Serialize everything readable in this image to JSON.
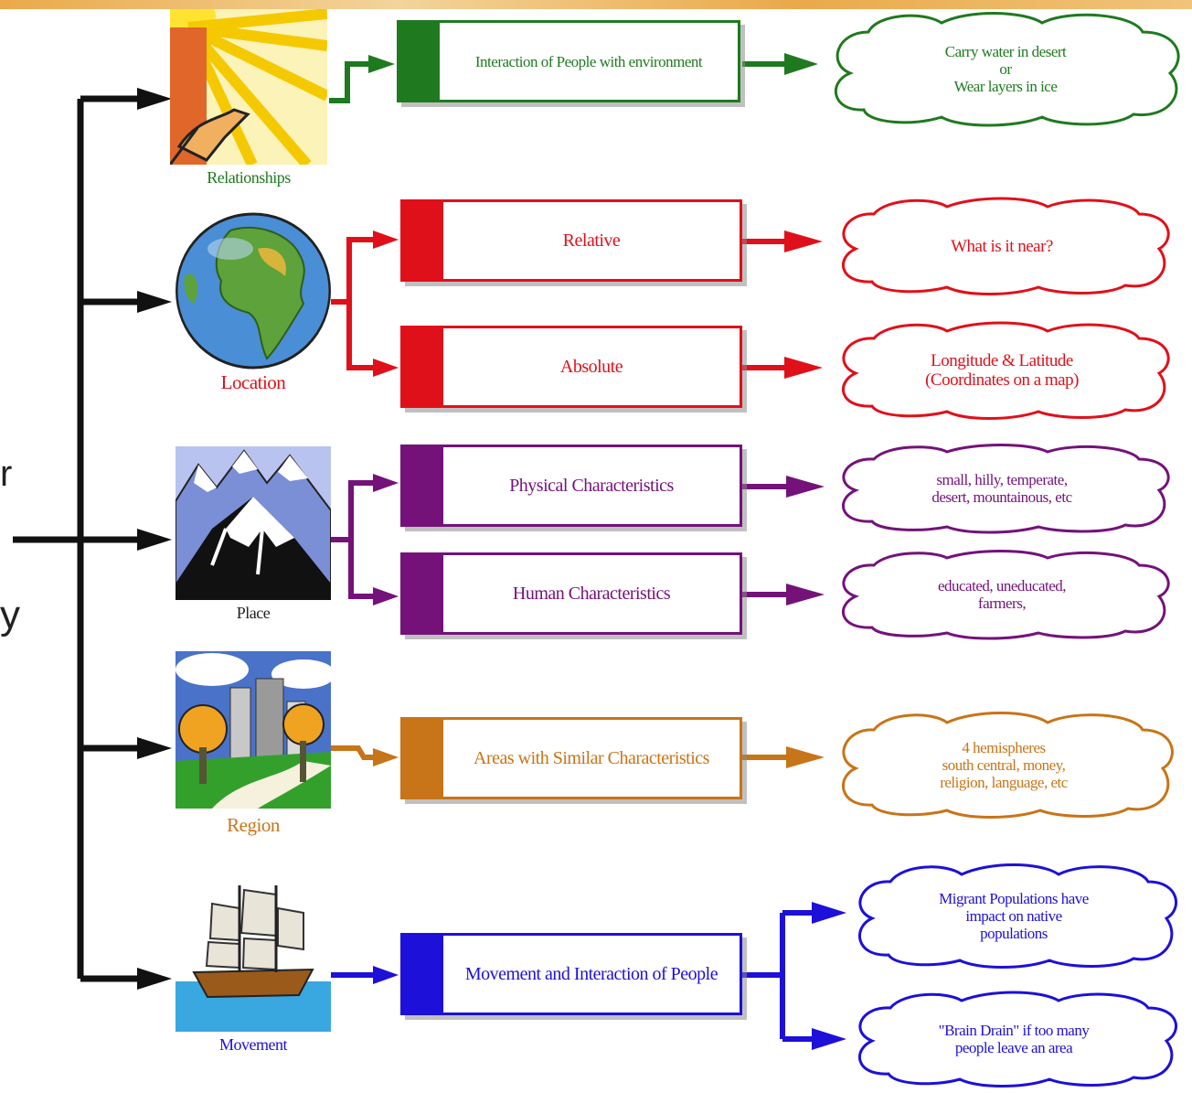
{
  "colors": {
    "relationships": "#1f7a1f",
    "location": "#e0101a",
    "place": "#74127a",
    "region": "#c87418",
    "movement": "#1d10d8",
    "trunk": "#111111"
  },
  "edge_fragments": {
    "left_letter": "y",
    "left_letter_top": "r"
  },
  "themes": [
    {
      "key": "relationships",
      "caption": "Relationships",
      "icon": "sun-hand-icon",
      "boxes": [
        {
          "text": "Interaction of People with environment"
        }
      ],
      "clouds": [
        {
          "text": "Carry water in desert\nor\nWear layers in ice"
        }
      ]
    },
    {
      "key": "location",
      "caption": "Location",
      "icon": "globe-icon",
      "boxes": [
        {
          "text": "Relative"
        },
        {
          "text": "Absolute"
        }
      ],
      "clouds": [
        {
          "text": "What is it near?"
        },
        {
          "text": "Longitude & Latitude\n(Coordinates on a map)"
        }
      ]
    },
    {
      "key": "place",
      "caption": "Place",
      "icon": "mountains-icon",
      "boxes": [
        {
          "text": "Physical Characteristics"
        },
        {
          "text": "Human Characteristics"
        }
      ],
      "clouds": [
        {
          "text": "small, hilly, temperate,\ndesert, mountainous, etc"
        },
        {
          "text": "educated, uneducated,\nfarmers,"
        }
      ]
    },
    {
      "key": "region",
      "caption": "Region",
      "icon": "city-trees-icon",
      "boxes": [
        {
          "text": "Areas with Similar Characteristics"
        }
      ],
      "clouds": [
        {
          "text": "4 hemispheres\nsouth central, money,\nreligion, language, etc"
        }
      ]
    },
    {
      "key": "movement",
      "caption": "Movement",
      "icon": "sailing-ship-icon",
      "boxes": [
        {
          "text": "Movement and Interaction of People"
        }
      ],
      "clouds": [
        {
          "text": "Migrant Populations have\nimpact on native\npopulations"
        },
        {
          "text": "\"Brain Drain\" if too many\npeople leave an area"
        }
      ]
    }
  ]
}
